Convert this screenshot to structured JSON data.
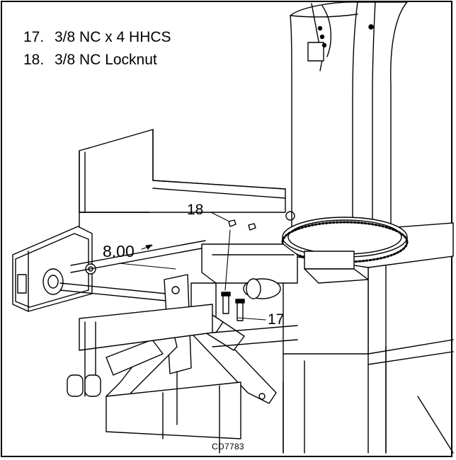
{
  "legend": {
    "items": [
      {
        "number": "17.",
        "label": "3/8 NC x 4 HHCS"
      },
      {
        "number": "18.",
        "label": "3/8 NC Locknut"
      }
    ]
  },
  "callouts": {
    "locknut": "18",
    "bolt": "17",
    "dimension": "8.00"
  },
  "figure_code": "CD7783"
}
